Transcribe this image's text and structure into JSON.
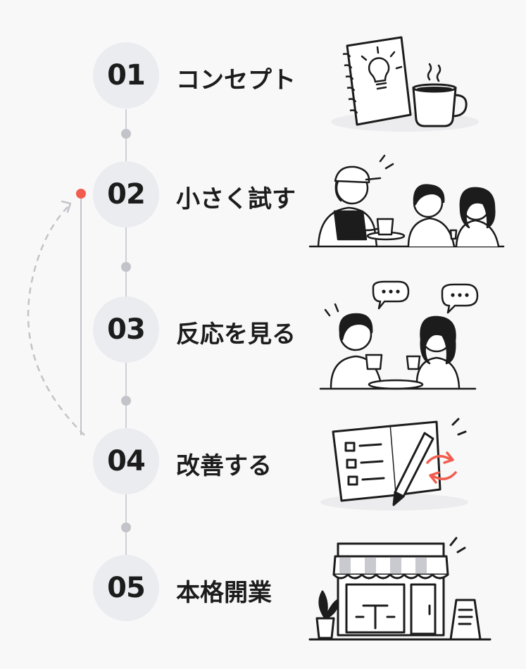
{
  "steps": [
    {
      "number": "01",
      "label": "コンセプト",
      "icon": "notebook-lightbulb-coffee-icon"
    },
    {
      "number": "02",
      "label": "小さく試す",
      "icon": "barista-serving-customers-icon"
    },
    {
      "number": "03",
      "label": "反応を見る",
      "icon": "customers-chatting-icon"
    },
    {
      "number": "04",
      "label": "改善する",
      "icon": "checklist-pen-refresh-icon"
    },
    {
      "number": "05",
      "label": "本格開業",
      "icon": "storefront-icon"
    }
  ],
  "colors": {
    "circle": "#ebecf0",
    "connector": "#cfd0d4",
    "accent": "#f25c4f",
    "loop_line": "#c3c4c9",
    "ink": "#1c1c1c"
  },
  "loop": {
    "from_step": "04",
    "to_step": "02",
    "style": "dashed-arrow"
  }
}
